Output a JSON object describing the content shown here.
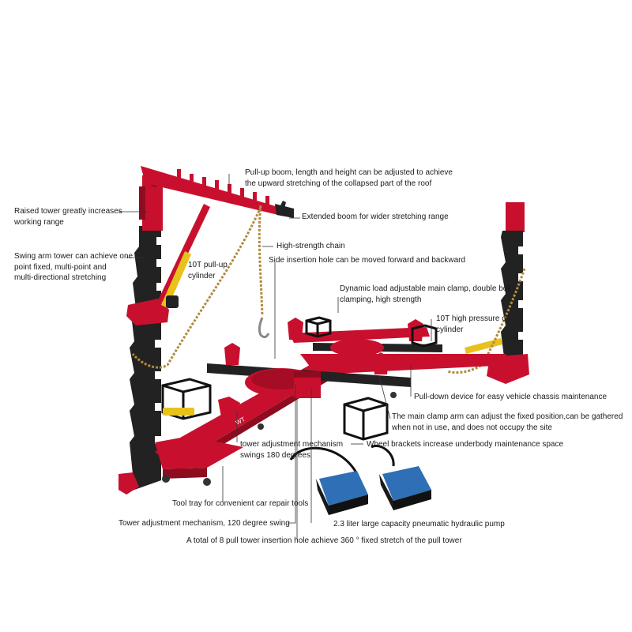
{
  "colors": {
    "frame_red": "#c8102e",
    "frame_dark_red": "#8e0c1f",
    "tower_black": "#222222",
    "cylinder_yellow": "#e8c21a",
    "chain_gold": "#b08a3e",
    "leader_line": "#333333",
    "background": "#ffffff"
  },
  "product": {
    "brand_mark": "WT"
  },
  "callouts": {
    "pull_up_boom": [
      "Pull-up boom, length and height can be adjusted to achieve",
      "the upward stretching of the collapsed part of the roof"
    ],
    "raised_tower": [
      "Raised tower greatly increases",
      "working range"
    ],
    "extended_boom": [
      "Extended boom for wider stretching range"
    ],
    "high_strength_chain": [
      "High-strength chain"
    ],
    "swing_arm_tower": [
      "Swing arm tower can achieve one",
      "point fixed, multi-point and",
      "multi-directional stretching"
    ],
    "pull_up_cylinder": [
      "10T pull-up",
      "cylinder"
    ],
    "side_insertion_hole": [
      "Side insertion hole can be moved forward and backward"
    ],
    "main_clamp": [
      "Dynamic load adjustable main clamp, double bolt",
      "clamping, high strength"
    ],
    "high_pressure_cylinder": [
      "10T high pressure oil",
      "cylinder"
    ],
    "pull_down_device": [
      "Pull-down device for easy vehicle chassis maintenance"
    ],
    "main_clamp_arm": [
      "The main clamp arm can adjust the fixed position,can be gathered",
      "when not in use, and does not occupy the site"
    ],
    "tower_swing_180": [
      "tower adjustment mechanism",
      "swings 180 degrees"
    ],
    "wheel_brackets": [
      "Wheel brackets increase underbody maintenance space"
    ],
    "tool_tray": [
      "Tool tray for convenient car repair tools"
    ],
    "tower_swing_120": [
      "Tower adjustment mechanism, 120 degree swing"
    ],
    "pneumatic_pump": [
      "2.3 liter large capacity pneumatic hydraulic pump"
    ],
    "pull_tower_holes": [
      "A total of 8 pull tower insertion hole achieve 360 ° fixed stretch of the pull tower"
    ]
  }
}
